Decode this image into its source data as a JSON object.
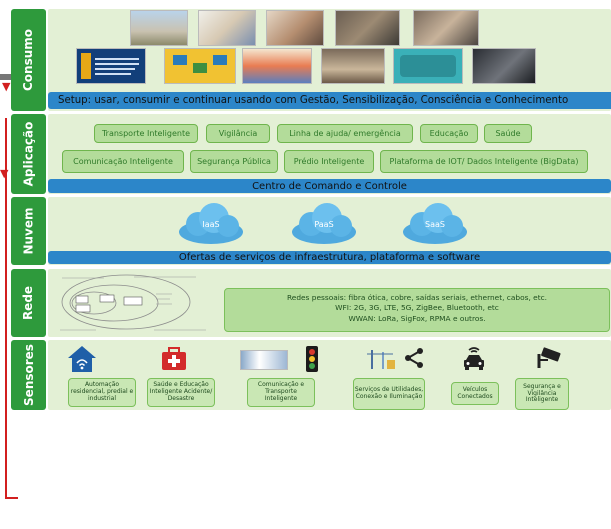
{
  "sections": {
    "consumo": "Consumo",
    "aplicacao": "Aplicação",
    "nuvem": "Nuvem",
    "rede": "Rede",
    "sensores": "Sensores"
  },
  "consumo": {
    "setup_text": "Setup: usar, consumir e continuar usando com Gestão, Sensibilização, Consciência e Conhecimento"
  },
  "aplicacao": {
    "row1": [
      "Transporte Inteligente",
      "Vigilância",
      "Linha de ajuda/ emergência",
      "Educação",
      "Saúde"
    ],
    "row2": [
      "Comunicação Inteligente",
      "Segurança Pública",
      "Prédio Inteligente",
      "Plataforma de IOT/ Dados Inteligente (BigData)"
    ],
    "bar": "Centro de Comando e Controle"
  },
  "nuvem": {
    "clouds": [
      "IaaS",
      "PaaS",
      "SaaS"
    ],
    "bar": "Ofertas de serviços de infraestrutura, plataforma e software"
  },
  "rede": {
    "line1": "Redes pessoais: fibra ótica, cobre, saídas seriais, ethernet, cabos, etc.",
    "line2": "WFI: 2G, 3G, LTE, 5G, ZigBee, Bluetooth, etc",
    "line3": "WWAN: LoRa, SigFox, RPMA e outros."
  },
  "sensores": {
    "labels": [
      "Automação residencial, predial e industrial",
      "Saúde e Educação Inteligente Acidente/ Desastre",
      "Comunicação e Transporte Inteligente",
      "Serviços de Utilidades, Conexão e Iluminação",
      "Veículos Conectados",
      "Segurança e Vigilância Inteligente"
    ]
  },
  "colors": {
    "sidebar": "#2e9a3c",
    "panel": "#e3f0d5",
    "blue_bar": "#2c86c9",
    "green_box": "#b3dc9a",
    "red_line": "#d21f1f"
  }
}
